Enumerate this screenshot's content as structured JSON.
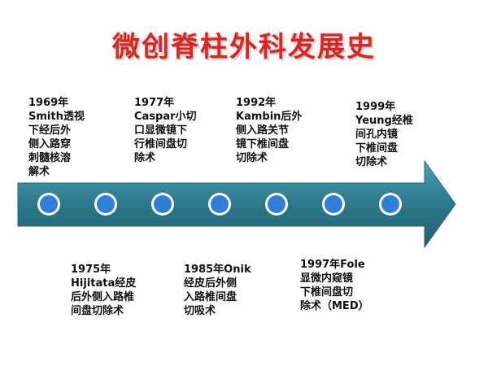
{
  "slide": {
    "title": "微创脊柱外科发展史",
    "colors": {
      "title": "#e0231c",
      "arrow_body": "#2e7b8f",
      "arrow_highlight": "#4aa3b5",
      "node_fill": "#2f7fd8",
      "node_ring": "#ffffff"
    }
  },
  "events_top": [
    {
      "year": "1969年",
      "text": "Smith透视\n下经后外\n侧入路穿\n刺髓核溶\n解术"
    },
    {
      "year": "1977年",
      "text": "Caspar小切\n口显微镜下\n行椎间盘切\n除术"
    },
    {
      "year": "1992年",
      "text": "Kambin后外\n侧入路关节\n镜下椎间盘\n切除术"
    },
    {
      "year": "1999年",
      "text": "Yeung经椎\n间孔内镜\n下椎间盘\n切除术"
    }
  ],
  "events_bottom": [
    {
      "year": "1975年",
      "text": "Hijitata经皮\n后外侧入路椎\n间盘切除术"
    },
    {
      "year": "1985年Onik",
      "text": "经皮后外侧\n入路椎间盘\n切吸术"
    },
    {
      "year": "1997年Fole",
      "text": "显微内窥镜\n下椎间盘切\n除术（MED）"
    }
  ]
}
